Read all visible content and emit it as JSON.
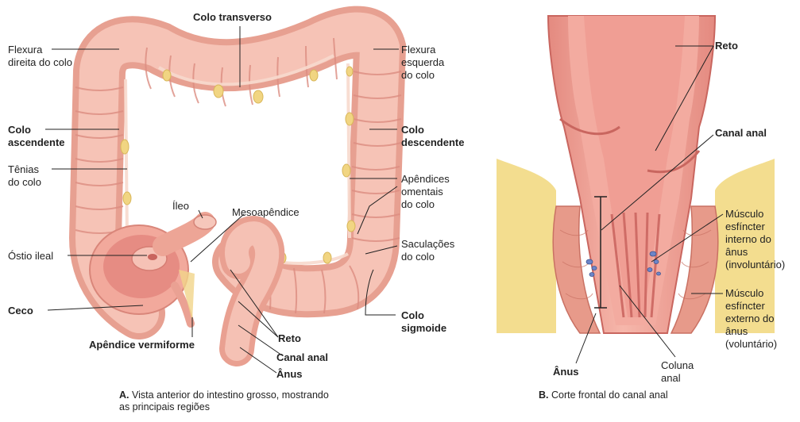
{
  "panel_a": {
    "labels": {
      "colo_transverso": "Colo transverso",
      "flexura_direita": [
        "Flexura",
        "direita do colo"
      ],
      "flexura_esquerda": [
        "Flexura",
        "esquerda",
        "do colo"
      ],
      "colo_ascendente": [
        "Colo",
        "ascendente"
      ],
      "colo_descendente": [
        "Colo",
        "descendente"
      ],
      "tenias": [
        "Tênias",
        "do colo"
      ],
      "apendices_omentais": [
        "Apêndices",
        "omentais",
        "do colo"
      ],
      "ileo": "Íleo",
      "mesoapendice": "Mesoapêndice",
      "ostio_ileal": "Óstio ileal",
      "saculacoes": [
        "Saculações",
        "do colo"
      ],
      "ceco": "Ceco",
      "colo_sigmoide": [
        "Colo",
        "sigmoide"
      ],
      "apendice_vermiforme": "Apêndice vermiforme",
      "reto": "Reto",
      "canal_anal": "Canal anal",
      "anus": "Ânus"
    },
    "caption": {
      "letter": "A.",
      "text": [
        "Vista anterior do intestino grosso, mostrando",
        "as principais regiões"
      ]
    }
  },
  "panel_b": {
    "labels": {
      "reto": "Reto",
      "canal_anal": "Canal anal",
      "musculo_interno": [
        "Músculo",
        "esfíncter",
        "interno do",
        "ânus",
        "(involuntário)"
      ],
      "musculo_externo": [
        "Músculo",
        "esfíncter",
        "externo do",
        "ânus",
        "(voluntário)"
      ],
      "coluna_anal": [
        "Coluna",
        "anal"
      ],
      "anus": "Ânus"
    },
    "caption": {
      "letter": "B.",
      "text": "Corte frontal do canal anal"
    }
  },
  "colors": {
    "colon_fill": "#f4b7a8",
    "colon_shadow": "#e3958a",
    "colon_highlight": "#fbd7cc",
    "fat": "#f2dc8a",
    "mucosa": "#e9837c",
    "muscle": "#e8a08f",
    "line": "#222222"
  }
}
